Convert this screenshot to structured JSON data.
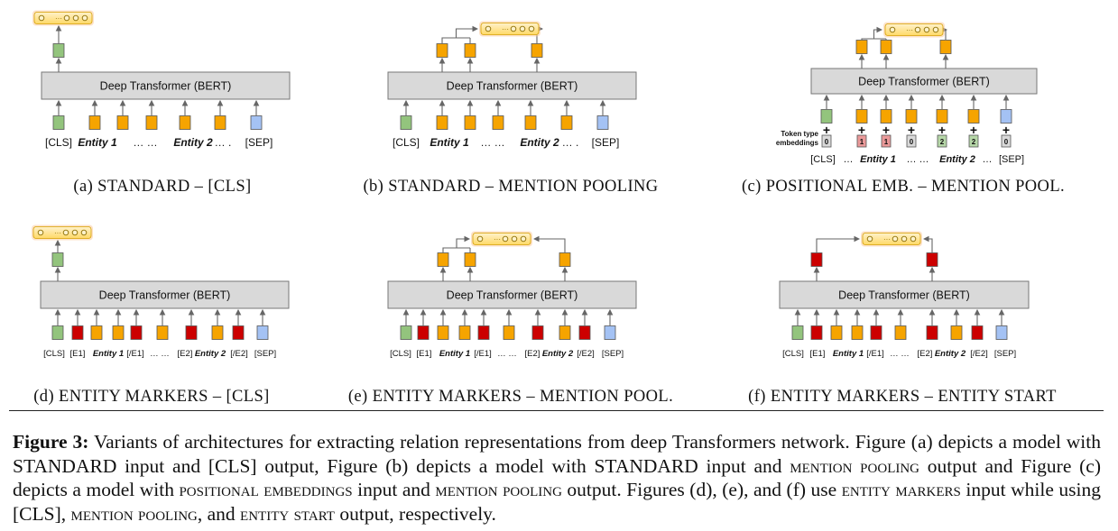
{
  "panels": [
    {
      "id": "a",
      "caption": "(a) STANDARD – [CLS]",
      "transformer_label": "Deep Transformer (BERT)",
      "token_labels": [
        "[CLS]",
        "Entity 1",
        "…  …",
        "Entity 2",
        "…  .",
        "[SEP]"
      ]
    },
    {
      "id": "b",
      "caption": "(b) STANDARD – MENTION POOLING",
      "transformer_label": "Deep Transformer (BERT)",
      "token_labels": [
        "[CLS]",
        "Entity 1",
        "…  …",
        "Entity 2",
        "…  .",
        "[SEP]"
      ]
    },
    {
      "id": "c",
      "caption": "(c) POSITIONAL EMB. – MENTION POOL.",
      "transformer_label": "Deep Transformer (BERT)",
      "token_type_label_1": "Token type",
      "token_type_label_2": "embeddings",
      "token_type_ids": [
        "0",
        "1",
        "1",
        "0",
        "2",
        "2",
        "0"
      ],
      "token_labels": [
        "[CLS]",
        "…",
        "Entity 1",
        "…  …",
        "Entity 2",
        "…",
        "[SEP]"
      ]
    },
    {
      "id": "d",
      "caption": "(d) ENTITY MARKERS – [CLS]",
      "transformer_label": "Deep Transformer (BERT)",
      "token_labels": [
        "[CLS]",
        "[E1]",
        "Entity 1",
        "[/E1]",
        "…  …",
        "[E2]",
        "Entity 2",
        "[/E2]",
        "[SEP]"
      ]
    },
    {
      "id": "e",
      "caption": "(e) ENTITY MARKERS – MENTION POOL.",
      "transformer_label": "Deep Transformer (BERT)",
      "token_labels": [
        "[CLS]",
        "[E1]",
        "Entity 1",
        "[/E1]",
        "…  …",
        "[E2]",
        "Entity 2",
        "[/E2]",
        "[SEP]"
      ]
    },
    {
      "id": "f",
      "caption": "(f) ENTITY MARKERS – ENTITY START",
      "transformer_label": "Deep Transformer (BERT)",
      "token_labels": [
        "[CLS]",
        "[E1]",
        "Entity 1",
        "[/E1]",
        "…  …",
        "[E2]",
        "Entity 2",
        "[/E2]",
        "[SEP]"
      ]
    }
  ],
  "colors": {
    "cls": "#93c47d",
    "entity": "#f6a400",
    "marker": "#cc0000",
    "sep": "#a4c2f4",
    "transformer_fill": "#d9d9d9",
    "output_fill": "#ffe599",
    "output_glow": "#f9cb9c"
  },
  "caption": {
    "label": "Figure 3:",
    "p1": " Variants of architectures for extracting relation representations from deep Transformers network. Figure (a) depicts a model with STANDARD input and [CLS] output, Figure (b) depicts a model with STANDARD input and ",
    "sc1": "mention pooling",
    "p2": " output and Figure (c) depicts a model with ",
    "sc2": "positional embeddings",
    "p3": " input and ",
    "sc3": "mention pooling",
    "p4": " output. Figures (d), (e), and (f) use ",
    "sc4": "entity markers",
    "p5": " input while using [CLS], ",
    "sc5": "mention pooling",
    "p6": ", and ",
    "sc6": "entity start",
    "p7": " output, respectively."
  }
}
